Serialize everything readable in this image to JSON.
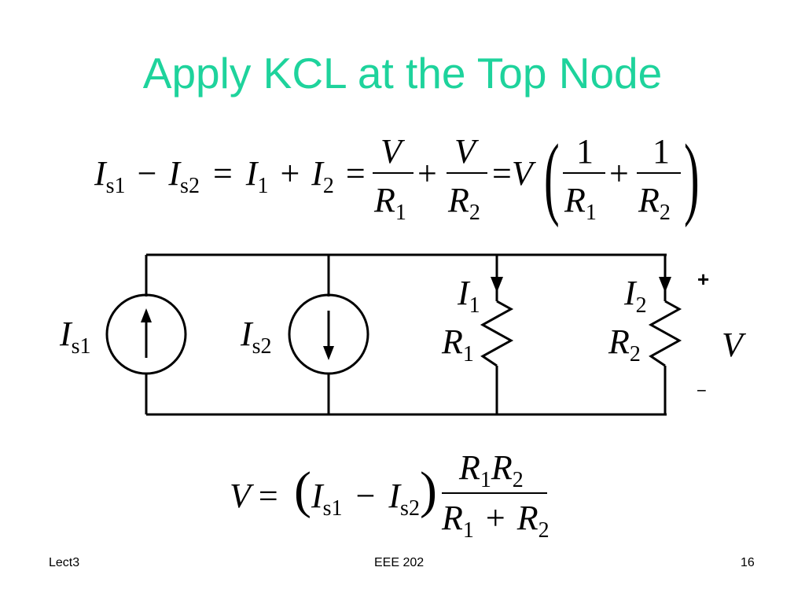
{
  "slide": {
    "title": "Apply KCL at the Top Node",
    "footer_left": "Lect3",
    "footer_center": "EEE 202",
    "footer_right": "16",
    "colors": {
      "title": "#1ed39c"
    }
  },
  "eq1": {
    "I": "I",
    "s1": "s1",
    "s2": "s2",
    "one": "1",
    "two": "2",
    "minus": "−",
    "plus": "+",
    "equals": "=",
    "V": "V",
    "R": "R",
    "num_one": "1",
    "lparen": "(",
    "rparen": ")"
  },
  "circuit": {
    "source1_label": "I",
    "source1_sub": "s1",
    "source2_label": "I",
    "source2_sub": "s2",
    "current1_label": "I",
    "current1_sub": "1",
    "current2_label": "I",
    "current2_sub": "2",
    "resistor1_label": "R",
    "resistor1_sub": "1",
    "resistor2_label": "R",
    "resistor2_sub": "2",
    "voltage_label": "V",
    "plus_sign": "+",
    "minus_sign": "−",
    "source1_direction": "up-arrow-icon",
    "source2_direction": "down-arrow-icon"
  },
  "eq2": {
    "V": "V",
    "equals": "=",
    "I": "I",
    "s1": "s1",
    "s2": "s2",
    "minus": "−",
    "R": "R",
    "one": "1",
    "two": "2",
    "plus": "+",
    "lparen": "(",
    "rparen": ")"
  }
}
